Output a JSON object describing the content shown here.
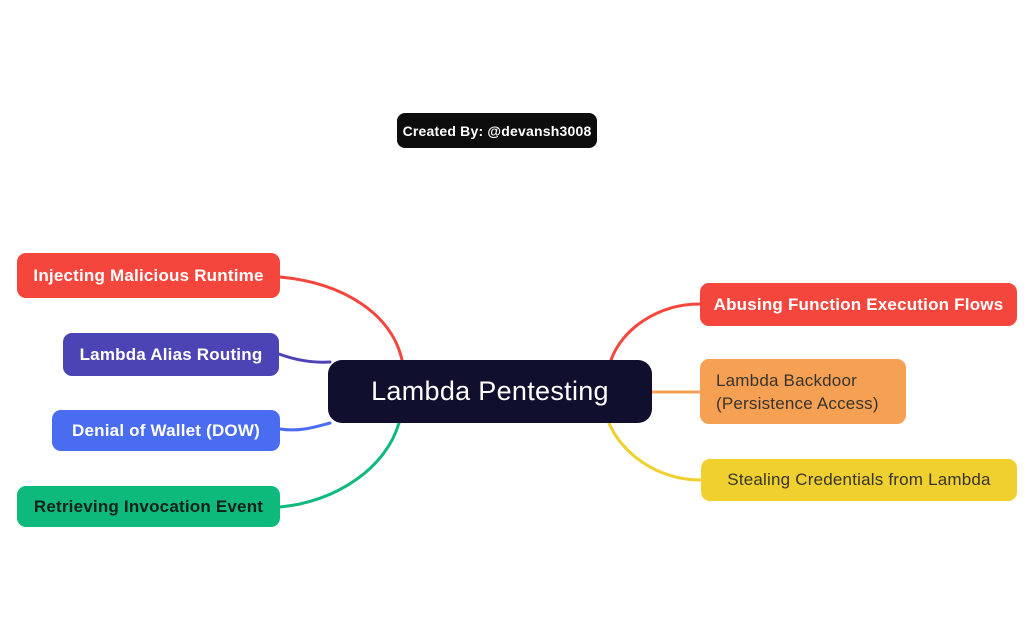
{
  "badge": {
    "label": "Created By: @devansh3008",
    "bg": "#0d0d0d",
    "text_color": "#ffffff"
  },
  "root": {
    "label": "Lambda Pentesting",
    "bg": "#100f2e",
    "text_color": "#ffffff"
  },
  "branches": {
    "left": [
      {
        "label": "Injecting Malicious Runtime",
        "bg": "#f4463c",
        "text_color": "#ffffff"
      },
      {
        "label": "Lambda Alias Routing",
        "bg": "#4c44b4",
        "text_color": "#ffffff"
      },
      {
        "label": "Denial of Wallet (DOW)",
        "bg": "#4a6cf1",
        "text_color": "#ffffff"
      },
      {
        "label": "Retrieving Invocation Event",
        "bg": "#0eb97c",
        "text_color": "#11211a"
      }
    ],
    "right": [
      {
        "label": "Abusing Function Execution Flows",
        "bg": "#f4463c",
        "text_color": "#ffffff"
      },
      {
        "label": "Lambda Backdoor (Persistence Access)",
        "bg": "#f5a052",
        "text_color": "#38342d"
      },
      {
        "label": "Stealing Credentials from Lambda",
        "bg": "#f0d02e",
        "text_color": "#38342d"
      }
    ]
  },
  "canvas": {
    "background": "#ffffff"
  }
}
